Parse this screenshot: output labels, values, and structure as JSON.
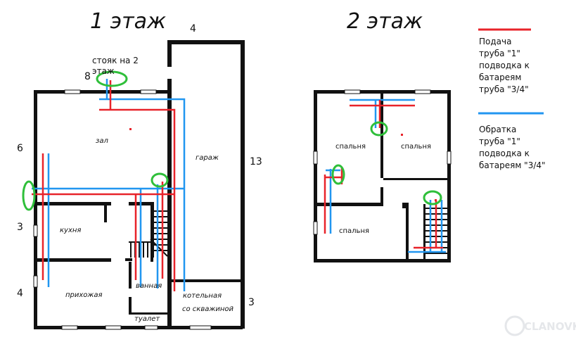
{
  "titles": {
    "floor1": "1 этаж",
    "floor2": "2 этаж"
  },
  "dimensions": {
    "top": "4",
    "left_top": "8",
    "left_mid": "6",
    "left_kitchen": "3",
    "left_bottom": "4",
    "right_garage": "13",
    "right_boiler": "3"
  },
  "labels": {
    "riser_line1": "стояк на 2",
    "riser_line2": "этаж",
    "hall": "зал",
    "garage": "гараж",
    "kitchen": "кухня",
    "entry": "прихожая",
    "bath": "ванная",
    "toilet": "туалет",
    "boiler_line1": "котельная",
    "boiler_line2": "со скважиной",
    "bedroom_a": "спальня",
    "bedroom_b": "спальня",
    "bedroom_c": "спальня"
  },
  "legend": {
    "supply": {
      "color": "#e8232a",
      "lines": [
        "Подача",
        "труба \"1\"",
        "подводка к",
        "батареям",
        "труба \"3/4\""
      ]
    },
    "return": {
      "color": "#2196f0",
      "lines": [
        "Обратка",
        "труба \"1\"",
        "подводка к",
        "батареям \"3/4\""
      ]
    }
  },
  "colors": {
    "wall": "#111111",
    "supply": "#e8232a",
    "return": "#2196f0",
    "marker": "#2fbf3a"
  },
  "watermark": "CLANOVKA"
}
